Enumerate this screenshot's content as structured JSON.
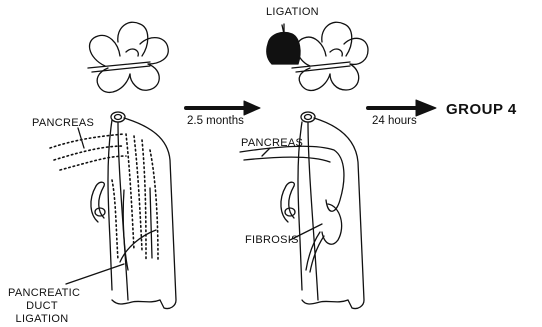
{
  "labels": {
    "ligation": "LIGATION",
    "pancreas_left": "PANCREAS",
    "pancreas_right": "PANCREAS",
    "duration_1": "2.5 months",
    "duration_2": "24 hours",
    "group": "GROUP 4",
    "fibrosis": "FIBROSIS",
    "duct_ligation_line1": "PANCREATIC",
    "duct_ligation_line2": "DUCT",
    "duct_ligation_line3": "LIGATION"
  },
  "colors": {
    "ink": "#111111",
    "background": "#ffffff"
  }
}
